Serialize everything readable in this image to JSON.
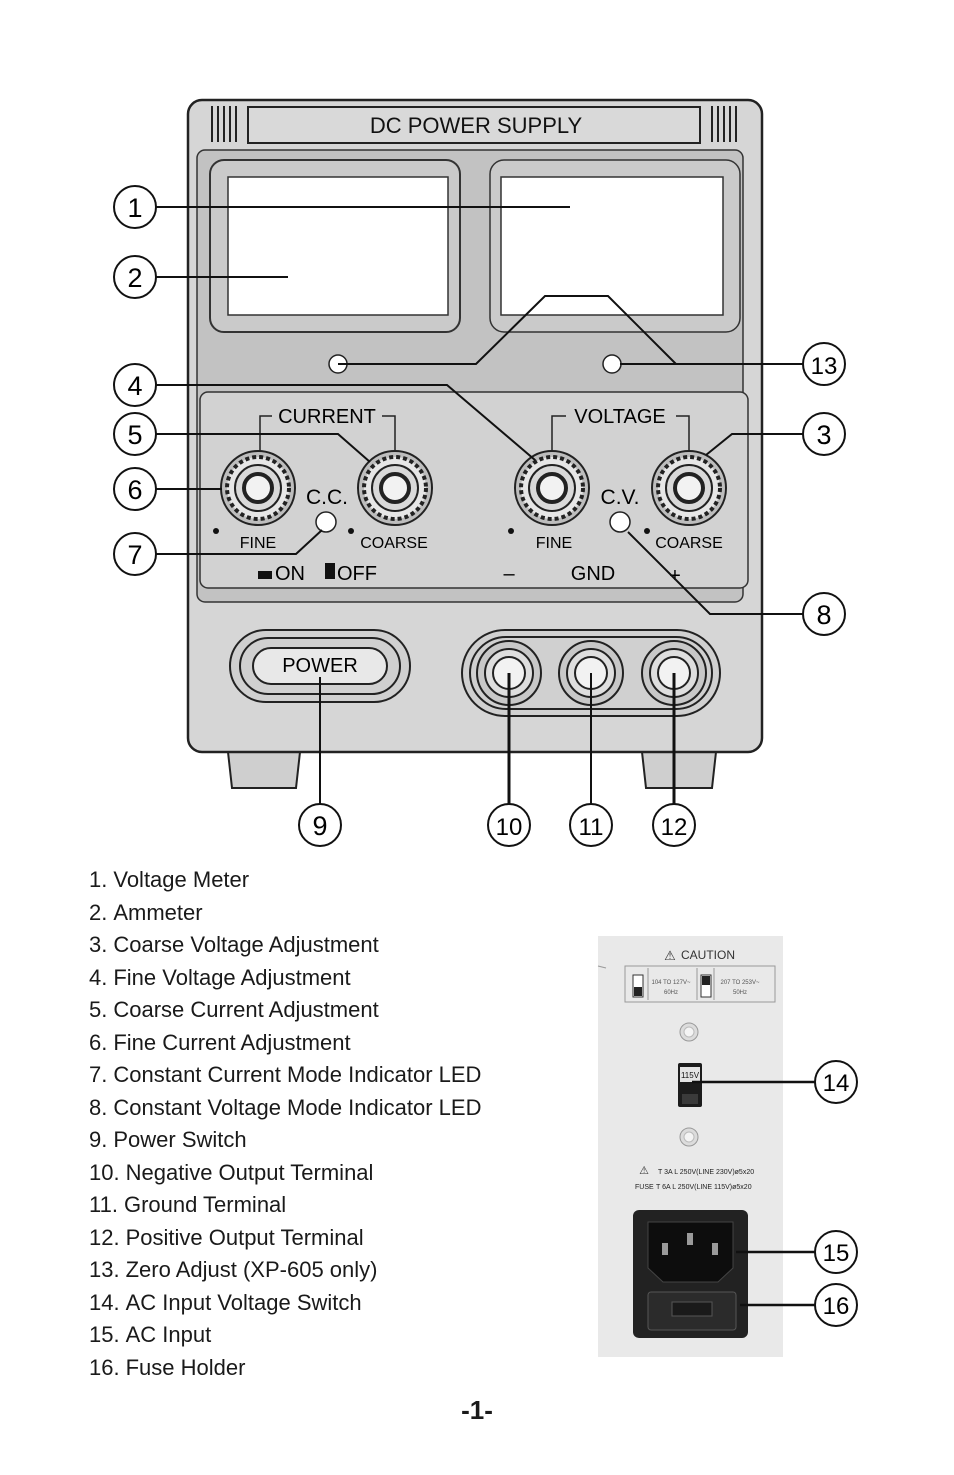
{
  "front_panel": {
    "title": "DC POWER SUPPLY",
    "current_group_label": "CURRENT",
    "voltage_group_label": "VOLTAGE",
    "cc_label": "C.C.",
    "cv_label": "C.V.",
    "fine_label": "FINE",
    "coarse_label": "COARSE",
    "on_label": "ON",
    "off_label": "OFF",
    "minus_label": "–",
    "gnd_label": "GND",
    "plus_label": "+",
    "power_label": "POWER"
  },
  "callouts": [
    "1",
    "2",
    "3",
    "4",
    "5",
    "6",
    "7",
    "8",
    "9",
    "10",
    "11",
    "12",
    "13",
    "14",
    "15",
    "16"
  ],
  "rear_panel": {
    "caution": "CAUTION",
    "range_low": "104 TO 127V~",
    "range_low_hz": "60Hz",
    "range_high": "207 TO 253V~",
    "range_high_hz": "50Hz",
    "switch_value": "115V",
    "fuse_label": "FUSE",
    "fuse_line1": "T 3A L 250V(LINE 230V)ø5x20",
    "fuse_line2": "T 6A L 250V(LINE 115V)ø5x20"
  },
  "legend": [
    {
      "num": "1.",
      "text": "Voltage Meter"
    },
    {
      "num": "2.",
      "text": "Ammeter"
    },
    {
      "num": "3.",
      "text": "Coarse Voltage Adjustment"
    },
    {
      "num": "4.",
      "text": "Fine Voltage Adjustment"
    },
    {
      "num": "5.",
      "text": "Coarse Current Adjustment"
    },
    {
      "num": "6.",
      "text": "Fine Current Adjustment"
    },
    {
      "num": "7.",
      "text": "Constant Current Mode Indicator LED"
    },
    {
      "num": "8.",
      "text": "Constant Voltage Mode Indicator LED"
    },
    {
      "num": "9.",
      "text": "Power Switch"
    },
    {
      "num": "10.",
      "text": "Negative Output Terminal"
    },
    {
      "num": "11.",
      "text": "Ground Terminal"
    },
    {
      "num": "12.",
      "text": "Positive Output Terminal"
    },
    {
      "num": "13.",
      "text": "Zero Adjust (XP-605 only)"
    },
    {
      "num": "14.",
      "text": "AC Input Voltage Switch"
    },
    {
      "num": "15.",
      "text": "AC Input"
    },
    {
      "num": "16.",
      "text": "Fuse Holder"
    }
  ],
  "page_number": "-1-"
}
